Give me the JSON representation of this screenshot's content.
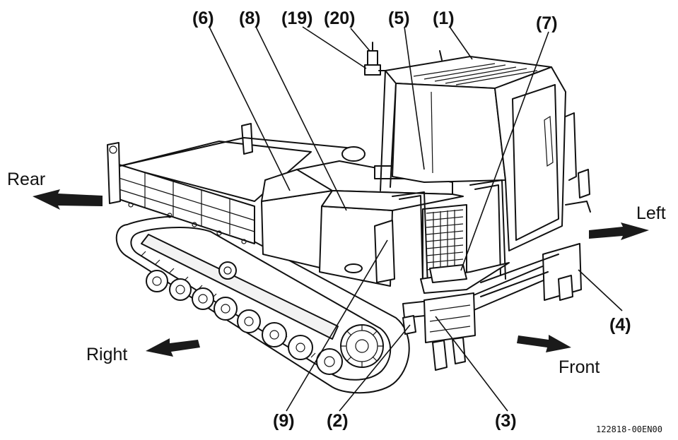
{
  "callouts": {
    "c1": "(1)",
    "c2": "(2)",
    "c3": "(3)",
    "c4": "(4)",
    "c5": "(5)",
    "c6": "(6)",
    "c7": "(7)",
    "c8": "(8)",
    "c9": "(9)",
    "c19": "(19)",
    "c20": "(20)"
  },
  "directions": {
    "rear": "Rear",
    "left": "Left",
    "right": "Right",
    "front": "Front"
  },
  "figure_code": "122818-00EN00",
  "colors": {
    "line": "#111111",
    "background": "#ffffff",
    "arrow": "#1a1a1a"
  }
}
